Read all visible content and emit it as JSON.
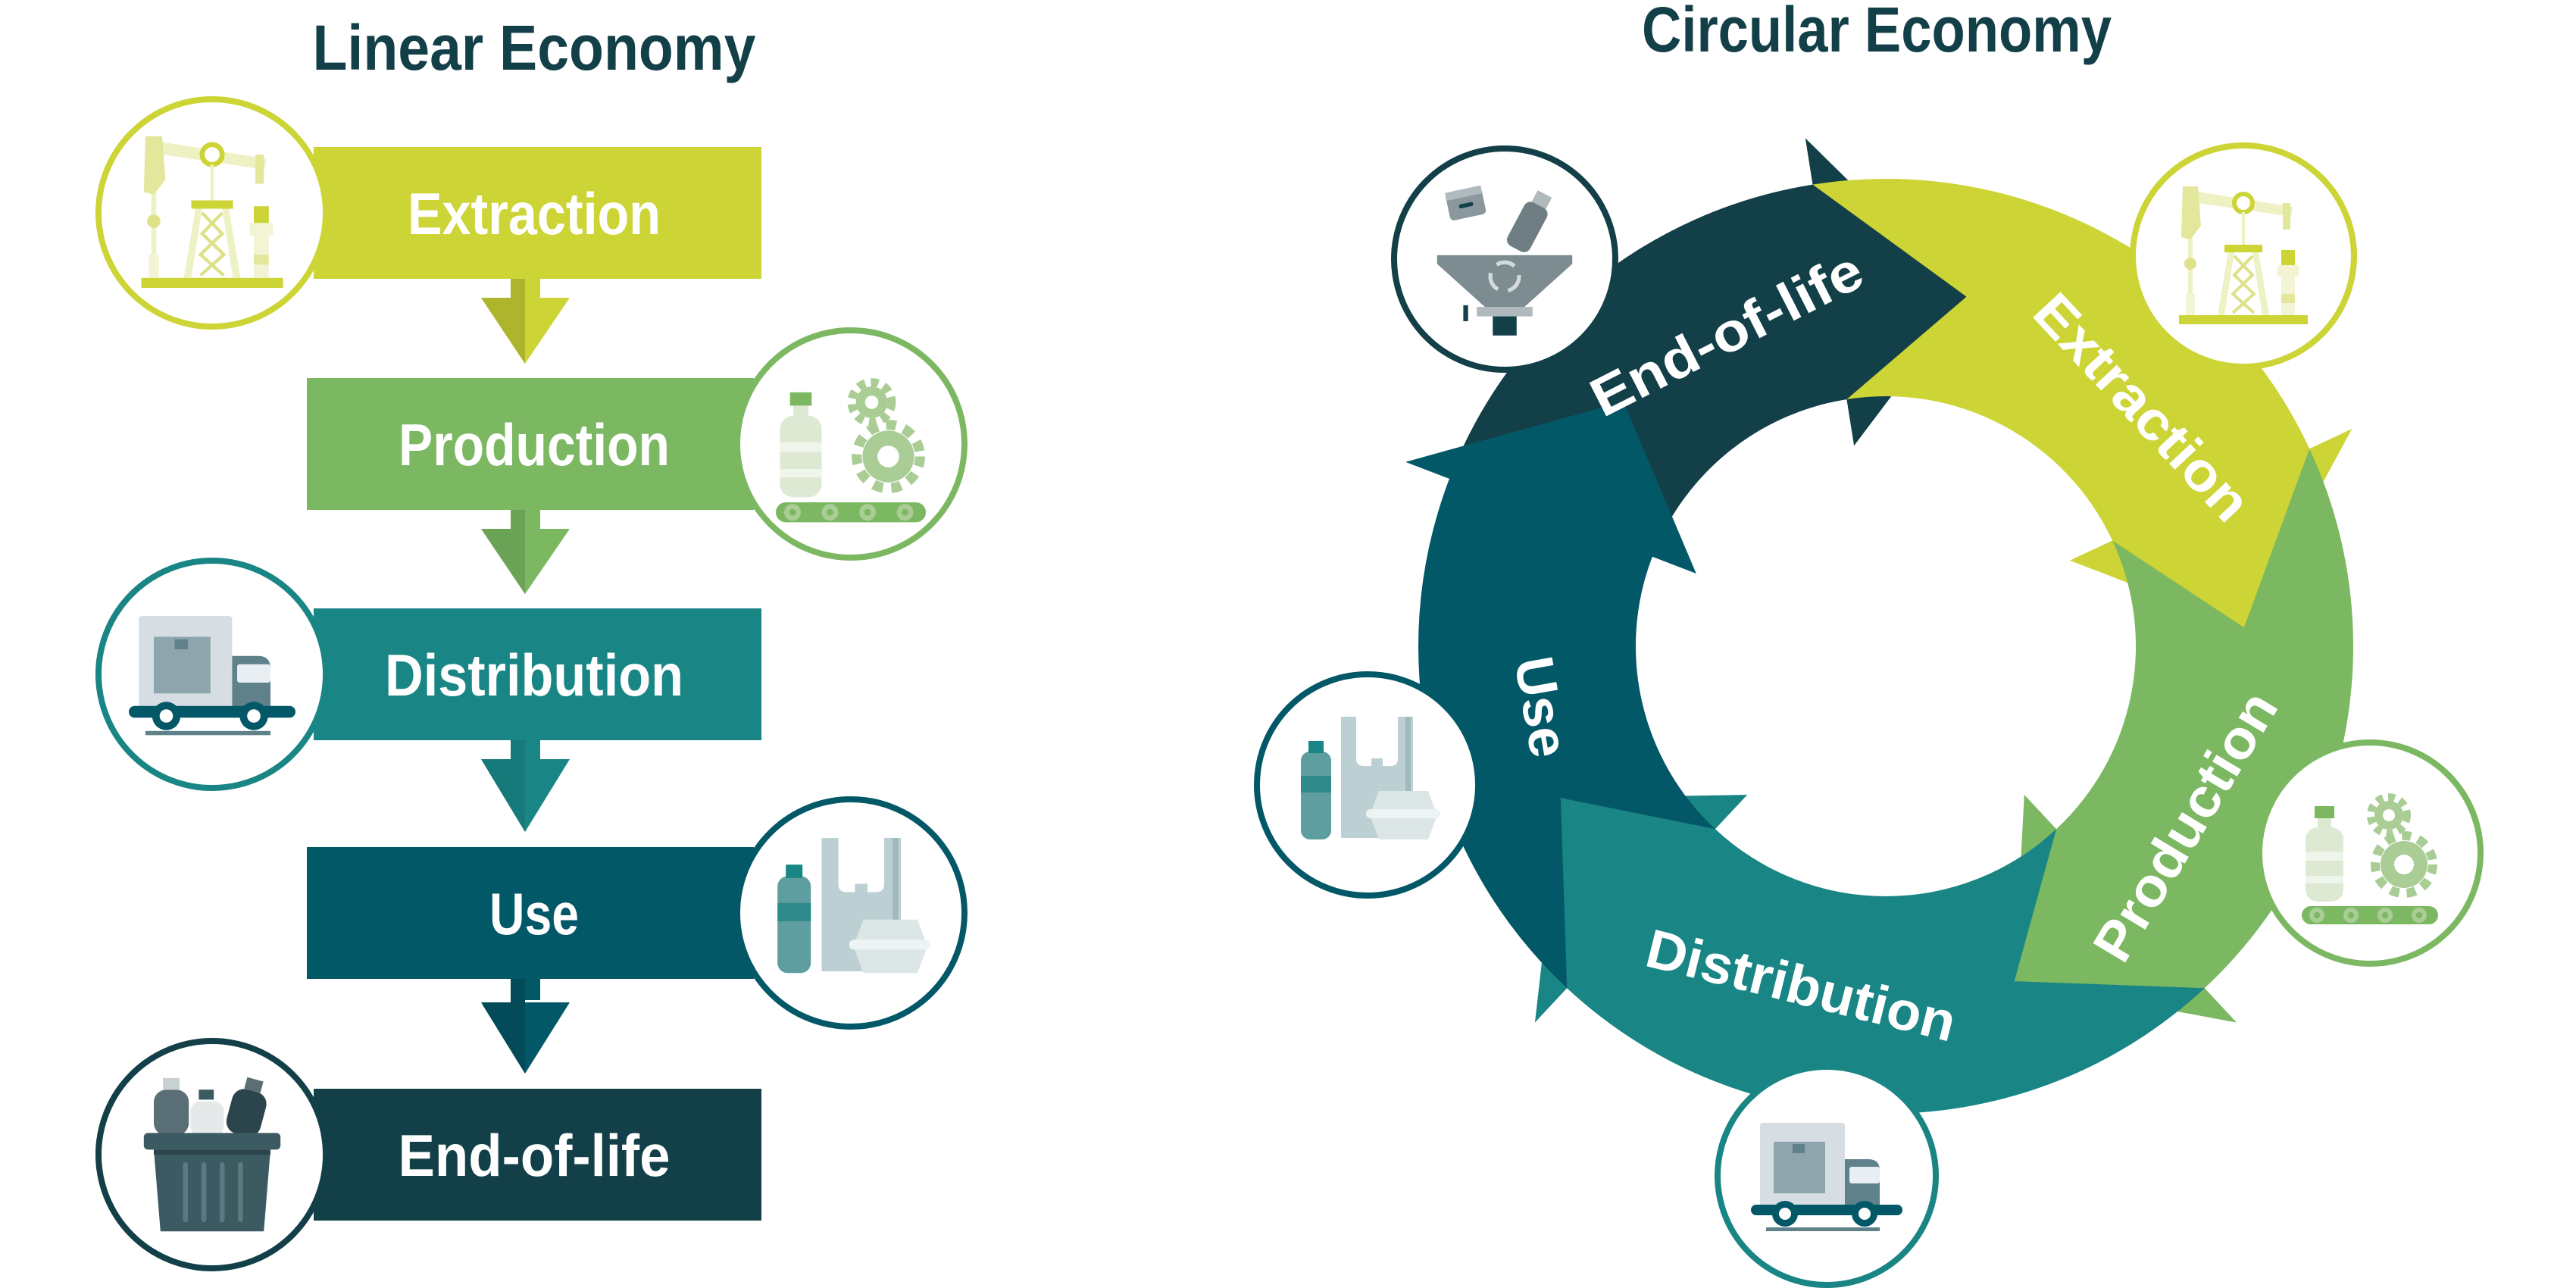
{
  "linear": {
    "title": "Linear Economy",
    "stages": [
      {
        "label": "Extraction",
        "color": "#CDD435",
        "arrow_shade": "#ADB52D",
        "icon": "oil-pump-icon"
      },
      {
        "label": "Production",
        "color": "#7BB861",
        "arrow_shade": "#6AA355",
        "icon": "bottle-gears-conveyor-icon"
      },
      {
        "label": "Distribution",
        "color": "#1A8585",
        "arrow_shade": "#177A7A",
        "icon": "delivery-truck-icon"
      },
      {
        "label": "Use",
        "color": "#035868",
        "arrow_shade": "#024A57",
        "icon": "plastic-products-icon"
      },
      {
        "label": "End-of-life",
        "color": "#133F48",
        "icon": "trash-bin-icon"
      }
    ]
  },
  "circular": {
    "title": "Circular Economy",
    "stages": [
      {
        "label": "End-of-life",
        "color": "#133F48",
        "icon": "recycling-funnel-icon"
      },
      {
        "label": "Extraction",
        "color": "#CDD435",
        "icon": "oil-pump-icon"
      },
      {
        "label": "Production",
        "color": "#7BB861",
        "icon": "bottle-gears-conveyor-icon"
      },
      {
        "label": "Distribution",
        "color": "#1A8585",
        "icon": "delivery-truck-icon"
      },
      {
        "label": "Use",
        "color": "#035868",
        "icon": "plastic-products-icon"
      }
    ]
  }
}
